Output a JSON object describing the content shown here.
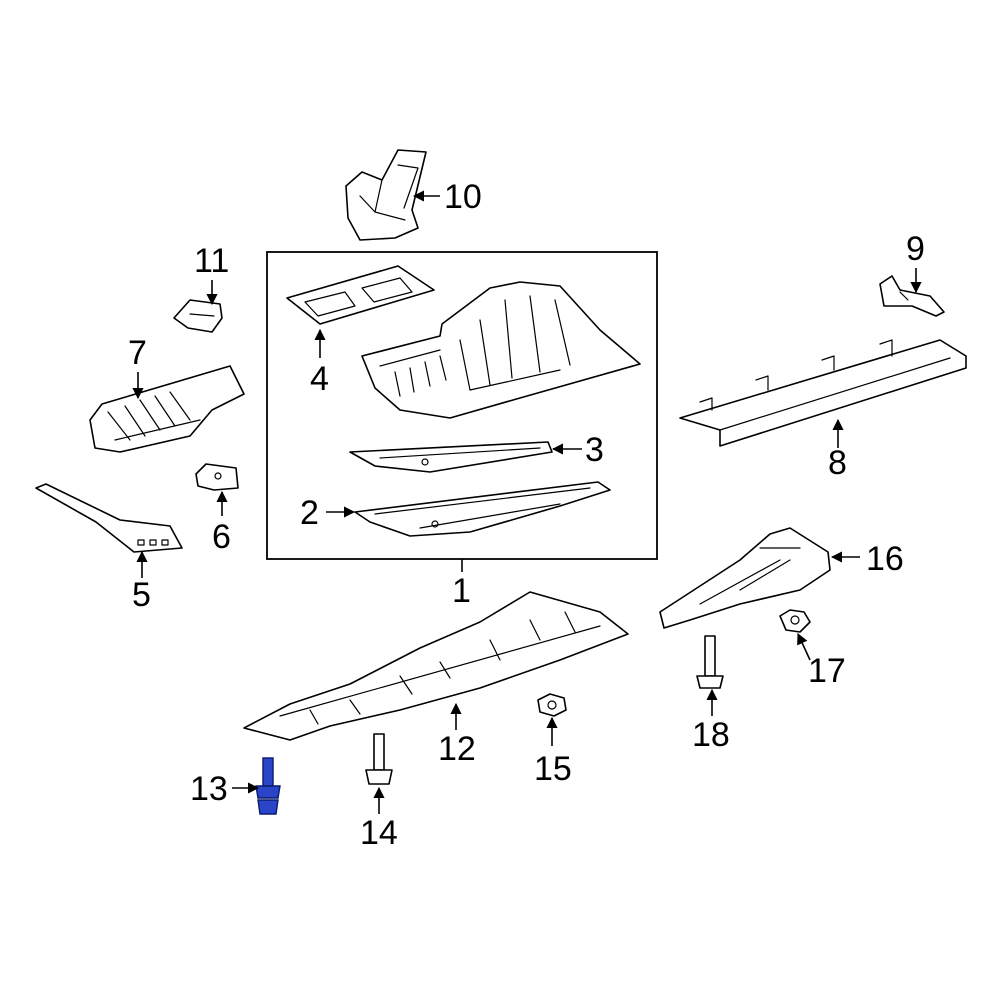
{
  "diagram": {
    "callouts": {
      "c1": "1",
      "c2": "2",
      "c3": "3",
      "c4": "4",
      "c5": "5",
      "c6": "6",
      "c7": "7",
      "c8": "8",
      "c9": "9",
      "c10": "10",
      "c11": "11",
      "c12": "12",
      "c13": "13",
      "c14": "14",
      "c15": "15",
      "c16": "16",
      "c17": "17",
      "c18": "18"
    },
    "highlighted_part": "13",
    "colors": {
      "line": "#000000",
      "background": "#ffffff",
      "highlight": "#2a45c8"
    }
  }
}
